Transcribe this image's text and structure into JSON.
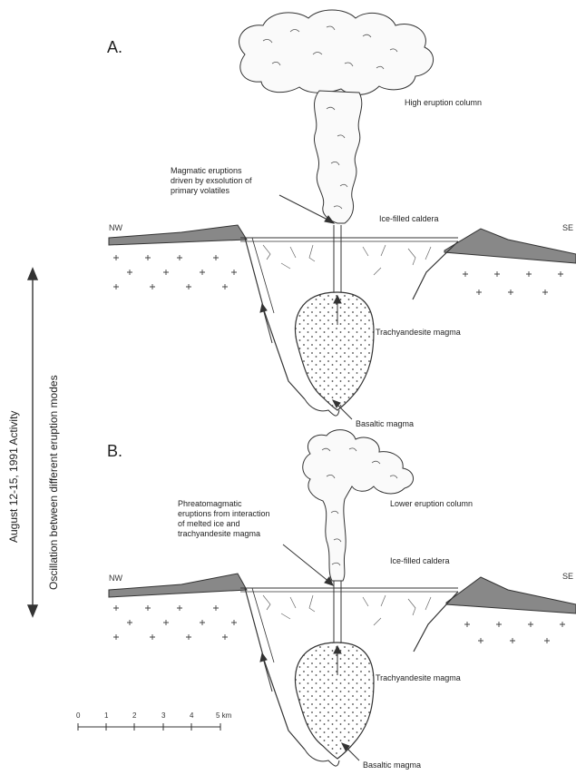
{
  "left_axis": {
    "period": "August 12-15, 1991 Activity",
    "description": "Oscillation between different eruption modes"
  },
  "panel_a": {
    "letter": "A.",
    "column_label": "High eruption column",
    "vent_label": [
      "Magmatic eruptions",
      "driven by exsolution of",
      "primary volatiles"
    ],
    "caldera_label": "Ice-filled caldera",
    "magma_label": "Trachyandesite magma",
    "basalt_label": "Basaltic magma",
    "west": "NW",
    "east": "SE"
  },
  "panel_b": {
    "letter": "B.",
    "column_label": "Lower eruption column",
    "vent_label": [
      "Phreatomagmatic",
      "eruptions from interaction",
      "of melted ice and",
      "trachyandesite magma"
    ],
    "caldera_label": "Ice-filled caldera",
    "magma_label": "Trachyandesite magma",
    "basalt_label": "Basaltic magma",
    "west": "NW",
    "east": "SE"
  },
  "scale_bar": {
    "ticks": [
      "0",
      "1",
      "2",
      "3",
      "4",
      "5 km"
    ]
  },
  "colors": {
    "line": "#333333",
    "fill": "#888888"
  }
}
